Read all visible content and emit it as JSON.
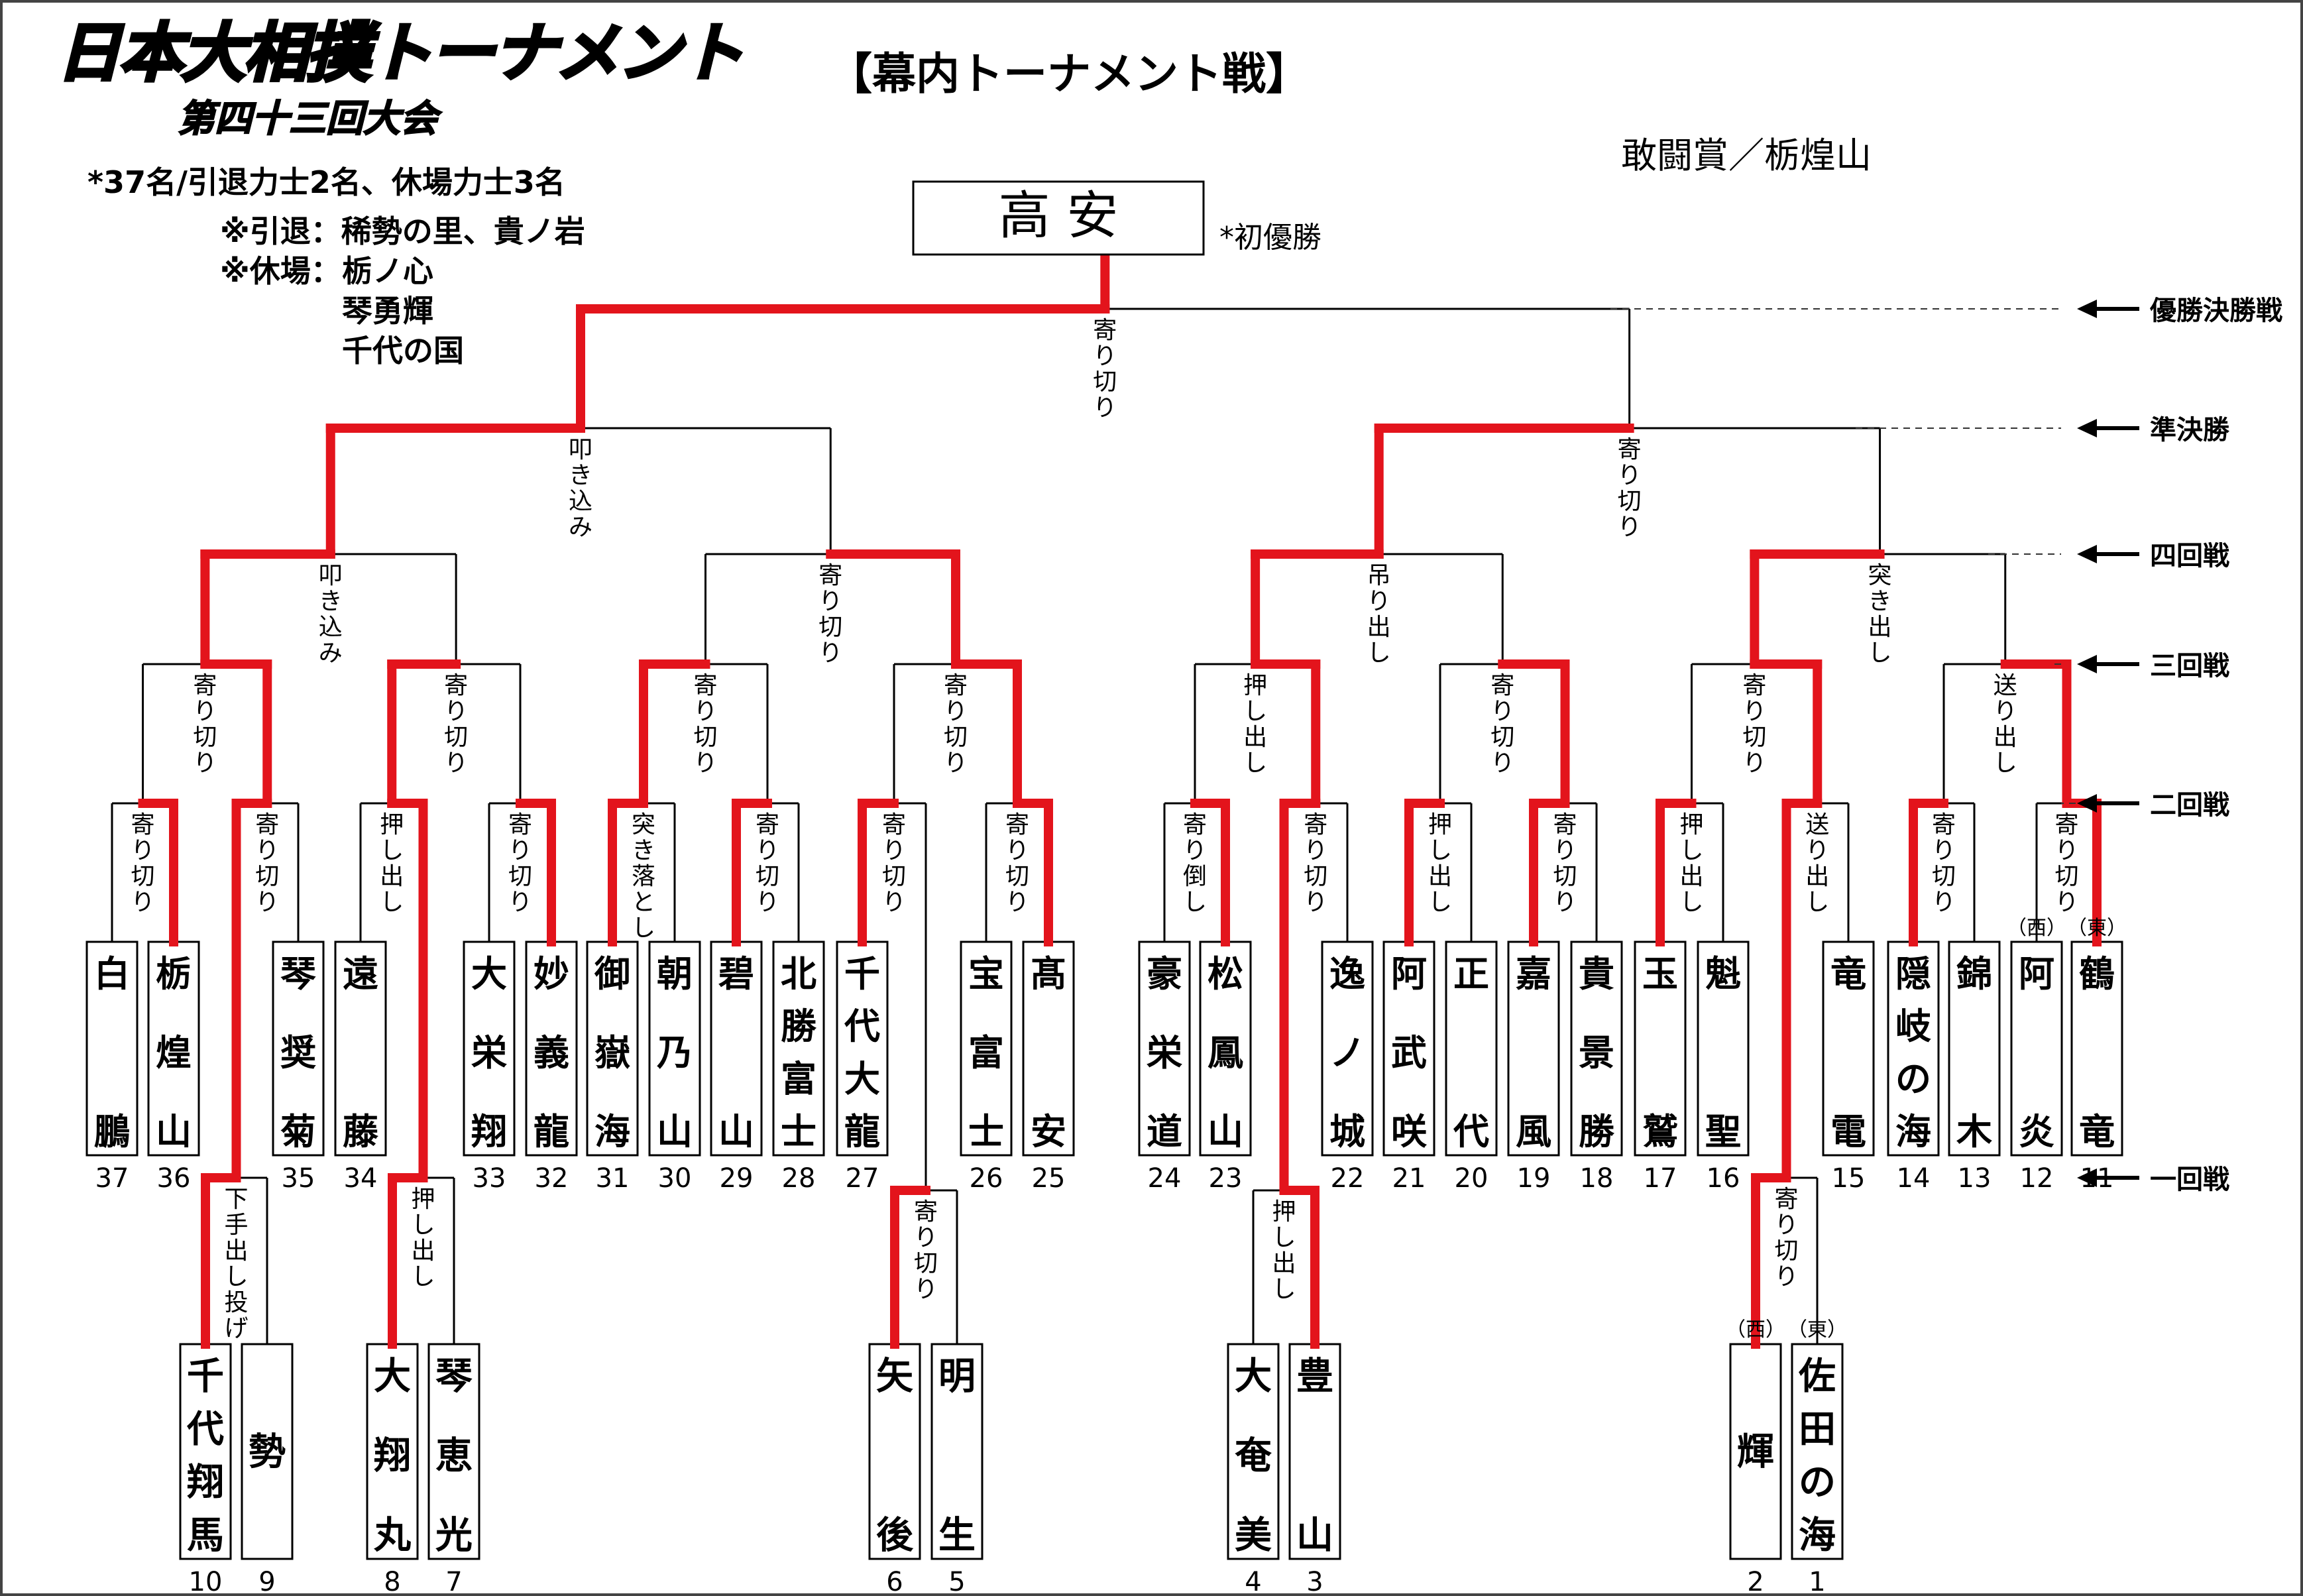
{
  "header": {
    "logo_title": "日本大相撲トーナメント",
    "logo_subtitle": "第四十三回大会",
    "main_title": "【幕内トーナメント戦】",
    "prize": "敢闘賞／栃煌山",
    "entry_note": "*37名/引退力士2名、休場力士3名",
    "retired_note": "※引退：稀勢の里、貴ノ岩",
    "absent_label": "※休場：",
    "absent_names": [
      "栃ノ心",
      "琴勇輝",
      "千代の国"
    ]
  },
  "champion": {
    "name": "高 安",
    "note": "*初優勝"
  },
  "round_labels": [
    "優勝決勝戦",
    "準決勝",
    "四回戦",
    "三回戦",
    "二回戦",
    "一回戦"
  ],
  "side_labels": {
    "west": "（西）",
    "east": "（東）"
  },
  "wrestlers": [
    {
      "no": "37",
      "name": "白 鵬"
    },
    {
      "no": "36",
      "name": "栃煌山"
    },
    {
      "no": "35",
      "name": "琴奨菊"
    },
    {
      "no": "34",
      "name": "遠 藤"
    },
    {
      "no": "33",
      "name": "大栄翔"
    },
    {
      "no": "32",
      "name": "妙義龍"
    },
    {
      "no": "31",
      "name": "御嶽海"
    },
    {
      "no": "30",
      "name": "朝乃山"
    },
    {
      "no": "29",
      "name": "碧 山"
    },
    {
      "no": "28",
      "name": "北勝富士"
    },
    {
      "no": "27",
      "name": "千代大龍"
    },
    {
      "no": "26",
      "name": "宝富士"
    },
    {
      "no": "25",
      "name": "髙 安"
    },
    {
      "no": "24",
      "name": "豪栄道"
    },
    {
      "no": "23",
      "name": "松鳳山"
    },
    {
      "no": "22",
      "name": "逸ノ城"
    },
    {
      "no": "21",
      "name": "阿武咲"
    },
    {
      "no": "20",
      "name": "正 代"
    },
    {
      "no": "19",
      "name": "嘉 風"
    },
    {
      "no": "18",
      "name": "貴景勝"
    },
    {
      "no": "17",
      "name": "玉 鷲"
    },
    {
      "no": "16",
      "name": "魁 聖"
    },
    {
      "no": "15",
      "name": "竜 電"
    },
    {
      "no": "14",
      "name": "隠岐の海"
    },
    {
      "no": "13",
      "name": "錦 木"
    },
    {
      "no": "12",
      "name": "阿 炎"
    },
    {
      "no": "11",
      "name": "鶴 竜"
    },
    {
      "no": "10",
      "name": "千代翔馬"
    },
    {
      "no": "9",
      "name": "勢"
    },
    {
      "no": "8",
      "name": "大翔丸"
    },
    {
      "no": "7",
      "name": "琴恵光"
    },
    {
      "no": "6",
      "name": "矢 後"
    },
    {
      "no": "5",
      "name": "明 生"
    },
    {
      "no": "4",
      "name": "大奄美"
    },
    {
      "no": "3",
      "name": "豊 山"
    },
    {
      "no": "2",
      "name": "輝"
    },
    {
      "no": "1",
      "name": "佐田の海"
    }
  ],
  "kimarite": [
    "寄り切り",
    "寄り切り",
    "押し出し",
    "寄り切り",
    "突き落とし",
    "寄り切り",
    "寄り切り",
    "寄り切り",
    "寄り倒し",
    "寄り切り",
    "押し出し",
    "寄り切り",
    "押し出し",
    "送り出し",
    "寄り切り",
    "寄り切り",
    "下手出し投げ",
    "押し出し",
    "寄り切り",
    "押し出し",
    "寄り切り",
    "寄り切り",
    "寄り切り",
    "寄り切り",
    "寄り切り",
    "押し出し",
    "寄り切り",
    "寄り切り",
    "送り出し",
    "叩き込み",
    "寄り切り",
    "吊り出し",
    "突き出し",
    "叩き込み",
    "寄り切り",
    "寄り切り"
  ],
  "colors": {
    "win_line": "#e3141c",
    "line": "#000000"
  }
}
